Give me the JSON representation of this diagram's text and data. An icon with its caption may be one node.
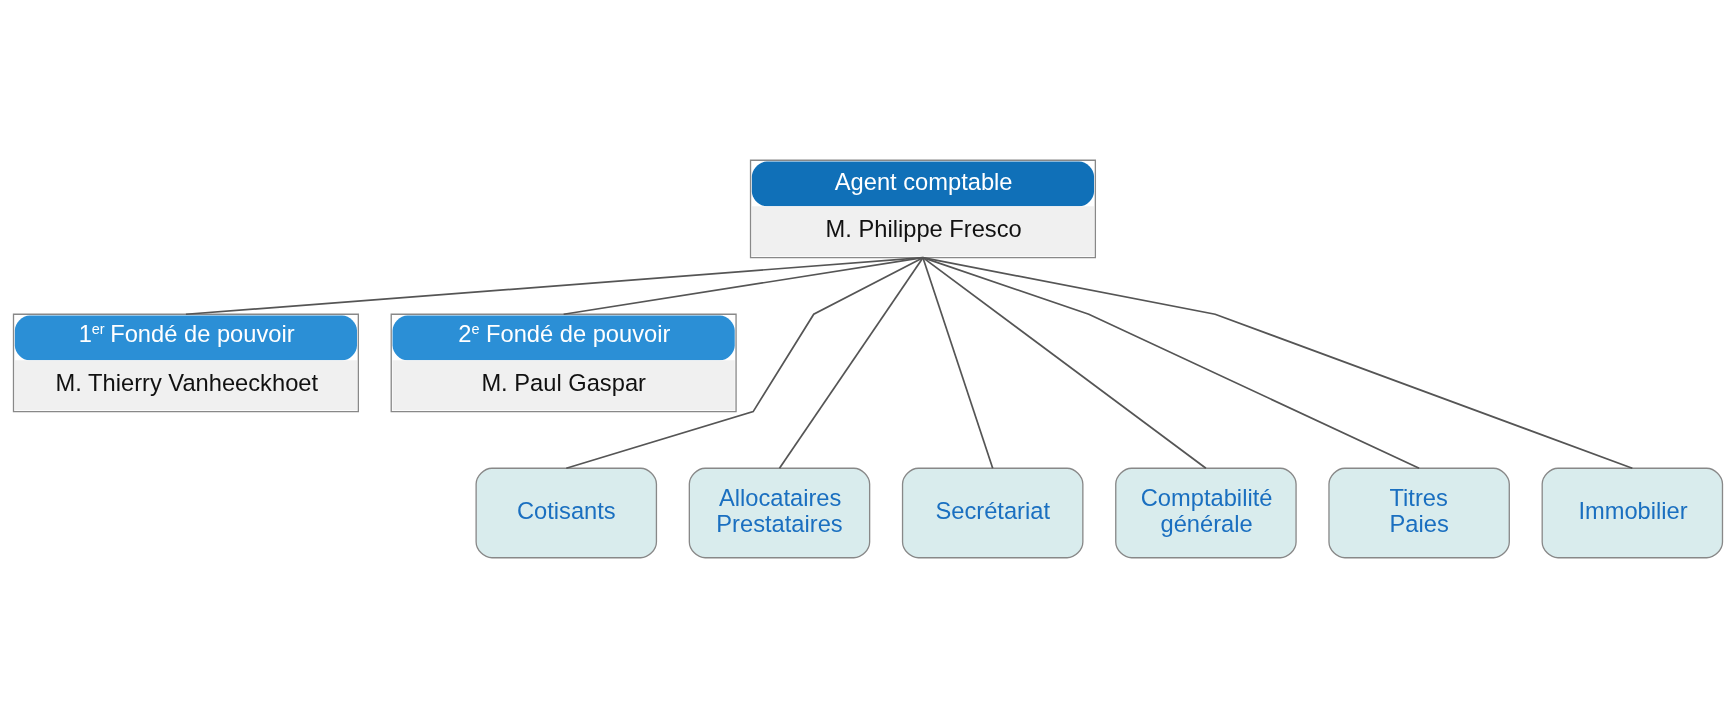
{
  "diagram": {
    "nodes": [
      {
        "text": [
          "Agent comptable",
          "M. Philippe Fresco"
        ]
      },
      {
        "text": [
          "1$^{er}$ Fondé de pouvoir",
          "M. Thierry Vanheeckhoet"
        ]
      },
      {
        "text": [
          "2$^{e}$ Fondé de pouvoir",
          "M. Paul Gaspar"
        ]
      },
      {
        "text": [
          "Cotisants"
        ]
      },
      {
        "text": [
          "Allocataires Prestataires"
        ]
      },
      {
        "text": [
          "Secrétariat"
        ]
      },
      {
        "text": [
          "Comptabilité générale"
        ]
      },
      {
        "text": [
          "Titres Paies"
        ]
      },
      {
        "text": [
          "Immobilier"
        ]
      }
    ],
    "edges": [
      {
        "from": 0,
        "to": 1,
        "arrow": "none"
      },
      {
        "from": 0,
        "to": 2,
        "arrow": "none"
      },
      {
        "from": 0,
        "to": 3,
        "arrow": "none"
      },
      {
        "from": 0,
        "to": 4,
        "arrow": "none"
      },
      {
        "from": 0,
        "to": 5,
        "arrow": "none"
      },
      {
        "from": 0,
        "to": 6,
        "arrow": "none"
      },
      {
        "from": 0,
        "to": 7,
        "arrow": "none"
      },
      {
        "from": 0,
        "to": 8,
        "arrow": "none"
      }
    ]
  }
}
